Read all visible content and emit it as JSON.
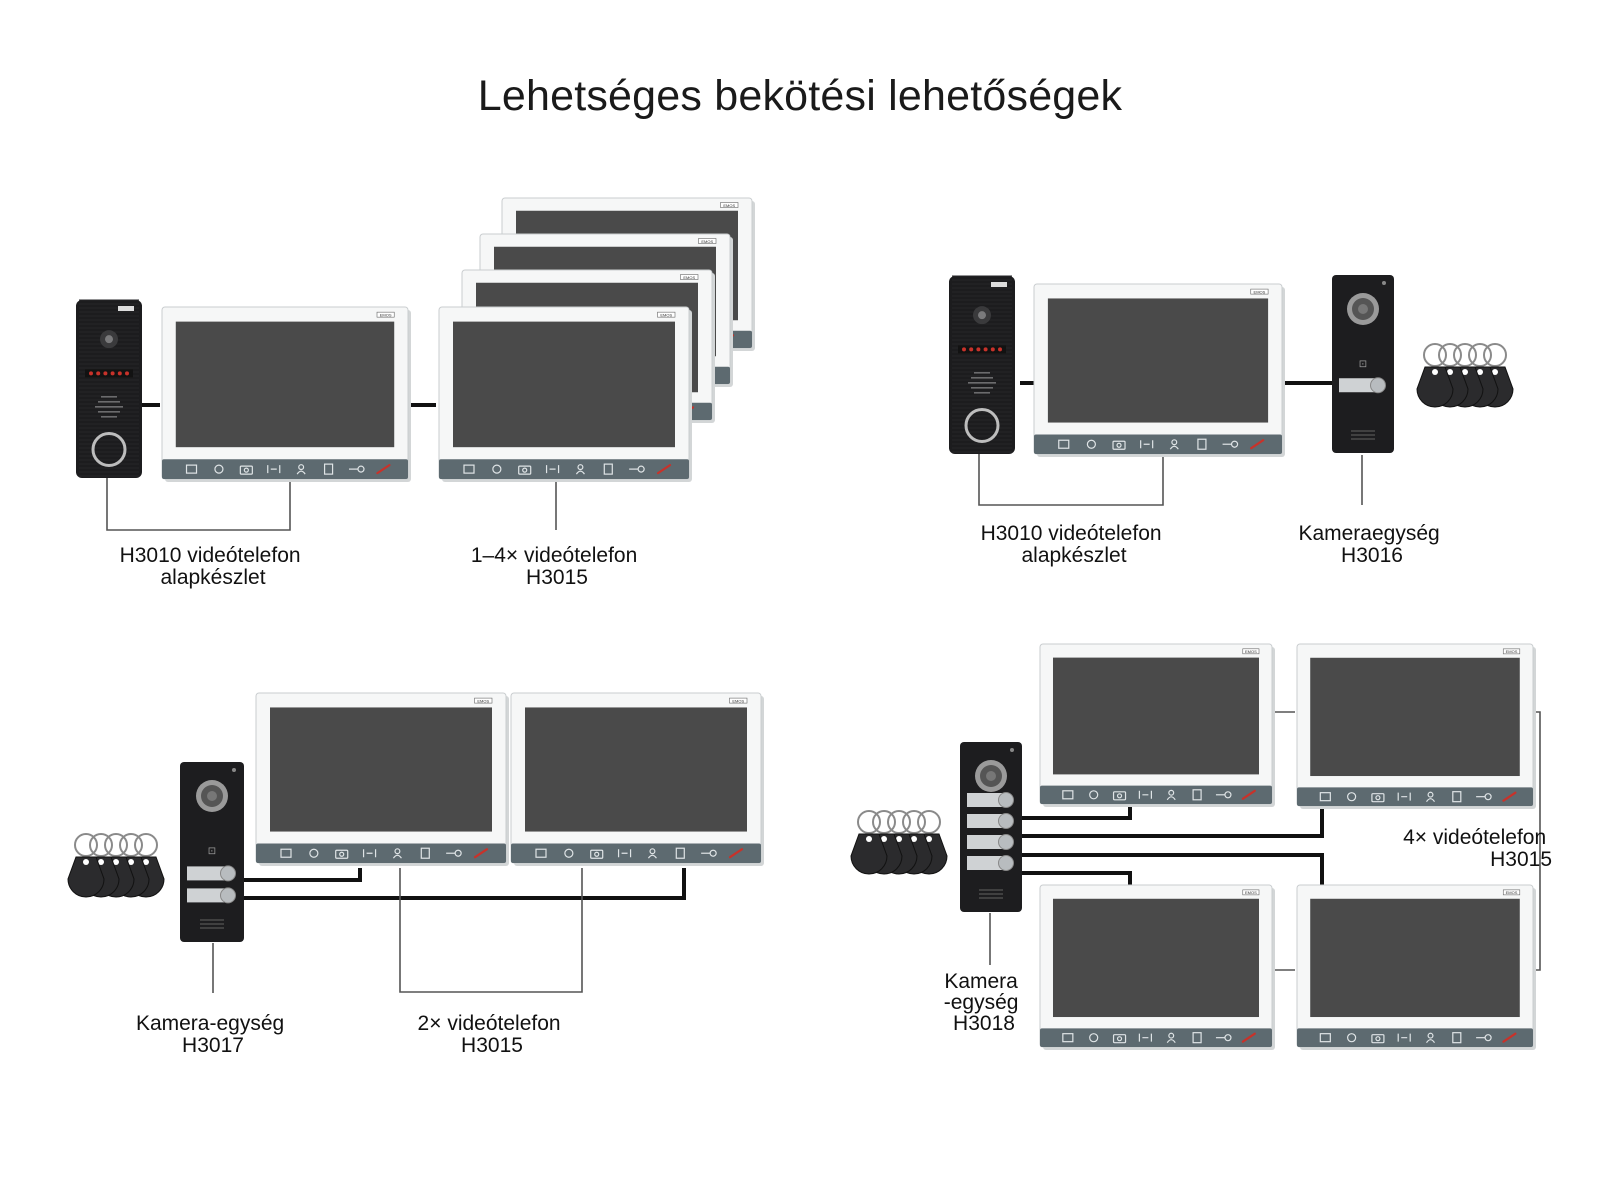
{
  "title": "Lehetséges bekötési lehetőségek",
  "brand_mark": "EMOS",
  "colors": {
    "monitor_frame": "#f6f7f7",
    "monitor_screen": "#4a4a4a",
    "monitor_bar": "#5d6a70",
    "cable": "#111111",
    "thin_line": "#555555",
    "door_dark": "#1d1d1f",
    "accent_red": "#c8322a"
  },
  "icons": [
    "intercom-icon",
    "gear-icon",
    "camera-icon",
    "monitor-icon",
    "person-icon",
    "door-icon",
    "key-icon",
    "hangup-icon"
  ],
  "diagrams": [
    {
      "id": "setup-1",
      "labels": [
        {
          "lines": [
            "H3010 videótelefon",
            "alapkészlet"
          ]
        },
        {
          "lines": [
            "1–4× videótelefon",
            "H3015"
          ]
        }
      ]
    },
    {
      "id": "setup-2",
      "labels": [
        {
          "lines": [
            "H3010 videótelefon",
            "alapkészlet"
          ]
        },
        {
          "lines": [
            "Kameraegység",
            "H3016"
          ]
        }
      ]
    },
    {
      "id": "setup-3",
      "labels": [
        {
          "lines": [
            "Kamera-egység",
            "H3017"
          ]
        },
        {
          "lines": [
            "2× videótelefon",
            "H3015"
          ]
        }
      ]
    },
    {
      "id": "setup-4",
      "labels": [
        {
          "lines": [
            "4× videótelefon",
            "H3015"
          ]
        },
        {
          "lines": [
            "Kamera",
            "-egység",
            "H3018"
          ]
        }
      ]
    }
  ]
}
